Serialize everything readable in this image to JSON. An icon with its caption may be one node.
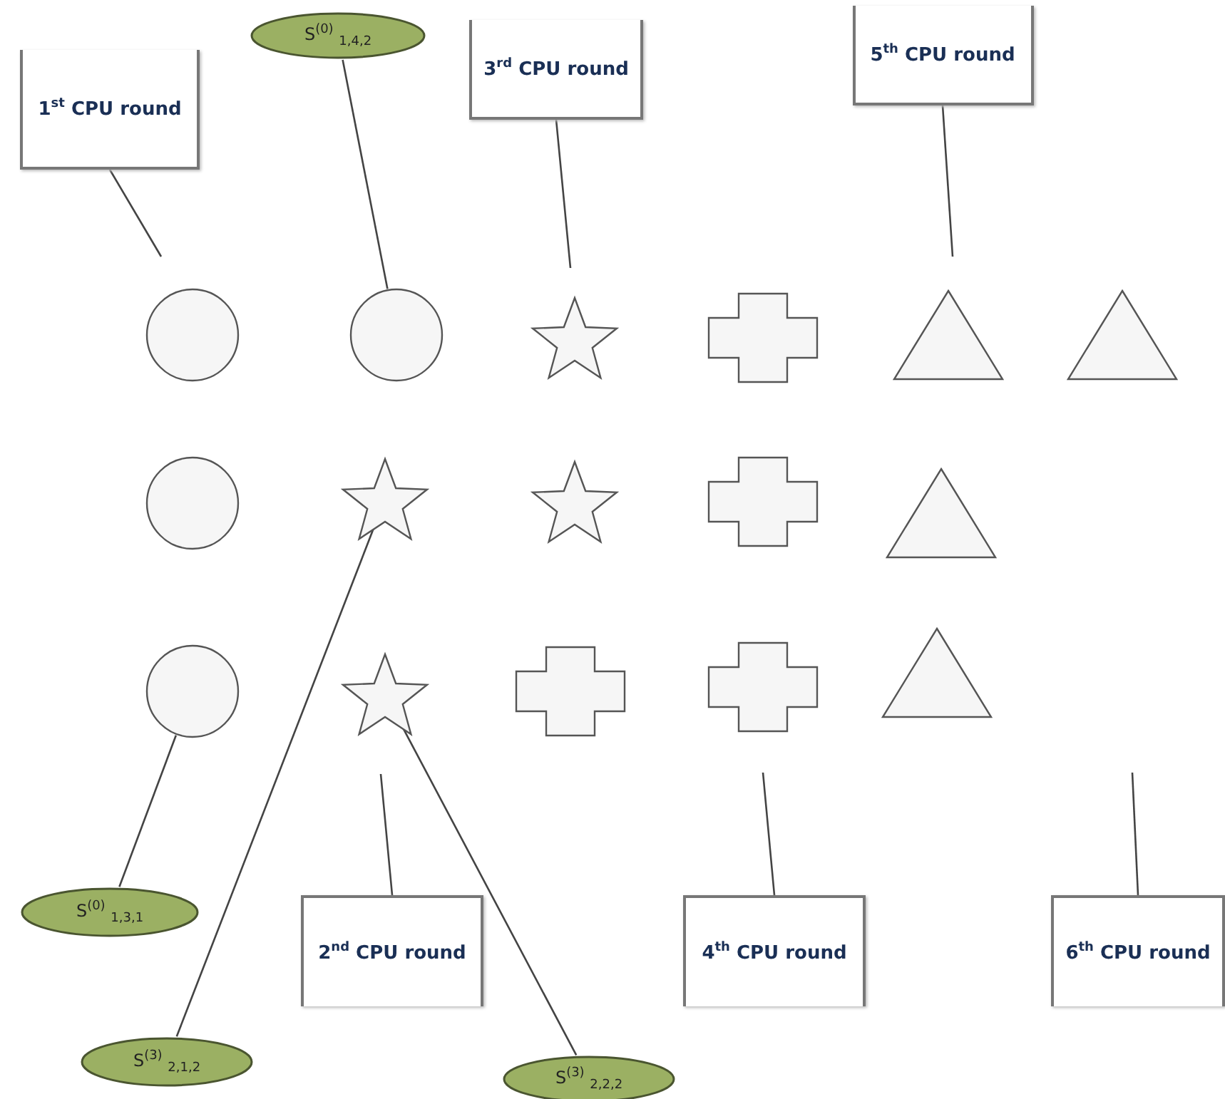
{
  "diagram": {
    "nodes": [
      {
        "text": [
          "1$^{st}$ CPU round"
        ]
      },
      {
        "text": [
          "S$^{(0)}$ $_{1,4,2}$"
        ]
      },
      {
        "text": [
          "3$^{rd}$ CPU round"
        ]
      },
      {
        "text": [
          "5$^{th}$ CPU round"
        ]
      },
      {
        "text": [],
        "shape": "circle"
      },
      {
        "text": [],
        "shape": "circle"
      },
      {
        "text": [],
        "shape": "star"
      },
      {
        "text": [],
        "shape": "cross"
      },
      {
        "text": [],
        "shape": "triangle"
      },
      {
        "text": [],
        "shape": "triangle"
      },
      {
        "text": [],
        "shape": "circle"
      },
      {
        "text": [],
        "shape": "star"
      },
      {
        "text": [],
        "shape": "star"
      },
      {
        "text": [],
        "shape": "cross"
      },
      {
        "text": [],
        "shape": "triangle"
      },
      {
        "text": [],
        "shape": "circle"
      },
      {
        "text": [],
        "shape": "star"
      },
      {
        "text": [],
        "shape": "cross"
      },
      {
        "text": [],
        "shape": "cross"
      },
      {
        "text": [],
        "shape": "triangle"
      },
      {
        "text": [
          "S$^{(0)}$ $_{1,3,1}$"
        ]
      },
      {
        "text": [
          "2$^{nd}$ CPU round"
        ]
      },
      {
        "text": [
          "4$^{th}$ CPU round"
        ]
      },
      {
        "text": [
          "6$^{th}$ CPU round"
        ]
      },
      {
        "text": [
          "S$^{(3)}$ $_{2,1,2}$"
        ]
      },
      {
        "text": [
          "S$^{(3)}$ $_{2,2,2}$"
        ]
      }
    ],
    "edges": [
      {
        "from": 0,
        "to": null,
        "arrow": "none"
      },
      {
        "from": 1,
        "to": 5,
        "arrow": "none"
      },
      {
        "from": 2,
        "to": null,
        "arrow": "none"
      },
      {
        "from": 3,
        "to": null,
        "arrow": "none"
      },
      {
        "from": 15,
        "to": 20,
        "arrow": "none"
      },
      {
        "from": 11,
        "to": 24,
        "arrow": "none"
      },
      {
        "from": 16,
        "to": 25,
        "arrow": "none"
      },
      {
        "from": null,
        "to": 21,
        "arrow": "none"
      },
      {
        "from": null,
        "to": 22,
        "arrow": "none"
      },
      {
        "from": null,
        "to": 23,
        "arrow": "none"
      }
    ]
  }
}
